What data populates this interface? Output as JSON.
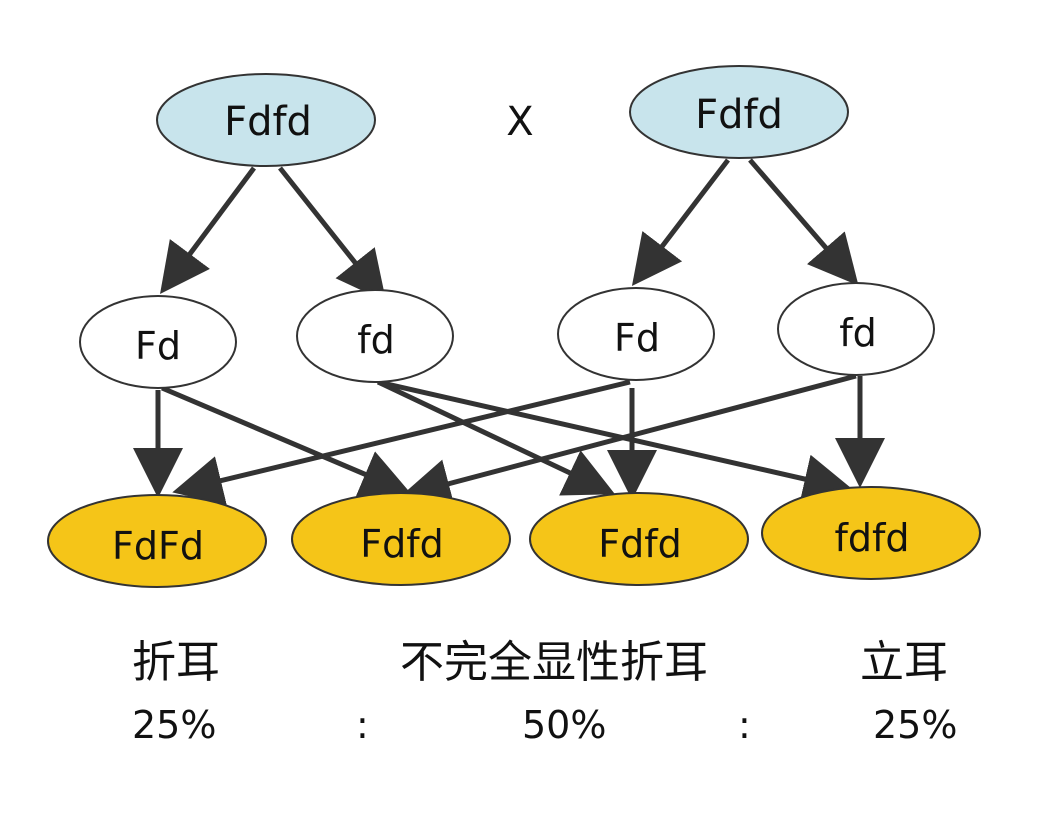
{
  "parents": {
    "left": "Fdfd",
    "right": "Fdfd",
    "cross_sign": "X",
    "fill_color": "#c8e4ec"
  },
  "gametes": {
    "g1": "Fd",
    "g2": "fd",
    "g3": "Fd",
    "g4": "fd",
    "fill_color": "#ffffff"
  },
  "offspring": {
    "o1": "FdFd",
    "o2": "Fdfd",
    "o3": "Fdfd",
    "o4": "fdfd",
    "fill_color": "#f5c518"
  },
  "phenotypes": {
    "p1_label": "折耳",
    "p2_label": "不完全显性折耳",
    "p3_label": "立耳",
    "p1_ratio": "25%",
    "p2_ratio": "50%",
    "p3_ratio": "25%",
    "separator_1": ":",
    "separator_2": ":"
  },
  "colors": {
    "arrow": "#333333",
    "outline": "#333333"
  }
}
